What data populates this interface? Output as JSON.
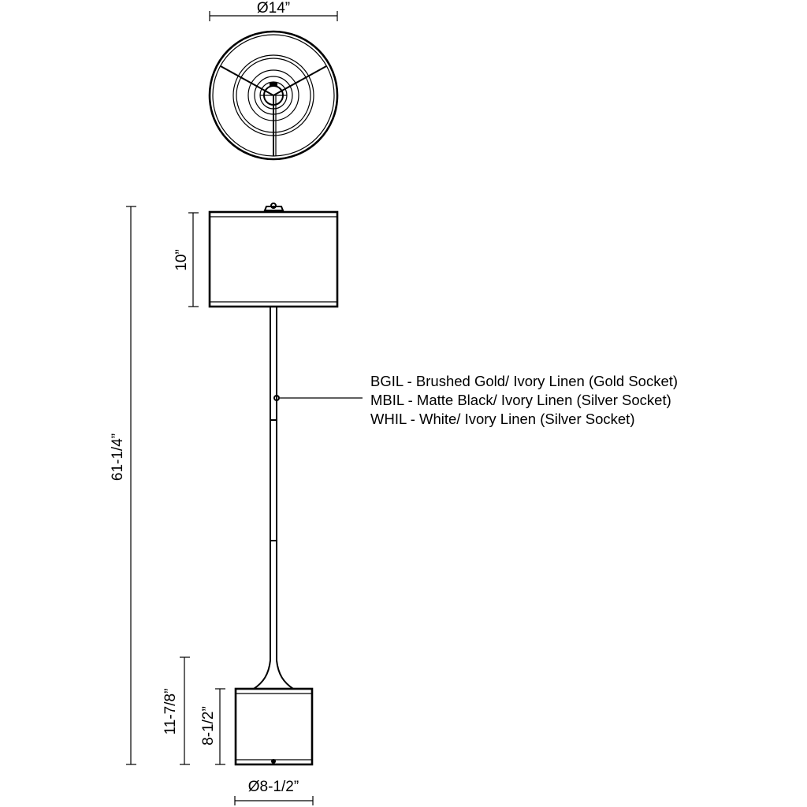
{
  "dimensions": {
    "shade_diameter": "Ø14”",
    "shade_height": "10”",
    "overall_height": "61-1/4”",
    "base_section_height": "11-7/8”",
    "base_height": "8-1/2”",
    "base_diameter": "Ø8-1/2”"
  },
  "finish_options": [
    "BGIL - Brushed Gold/ Ivory Linen (Gold Socket)",
    "MBIL - Matte Black/ Ivory Linen (Silver Socket)",
    "WHIL - White/ Ivory Linen (Silver Socket)"
  ]
}
